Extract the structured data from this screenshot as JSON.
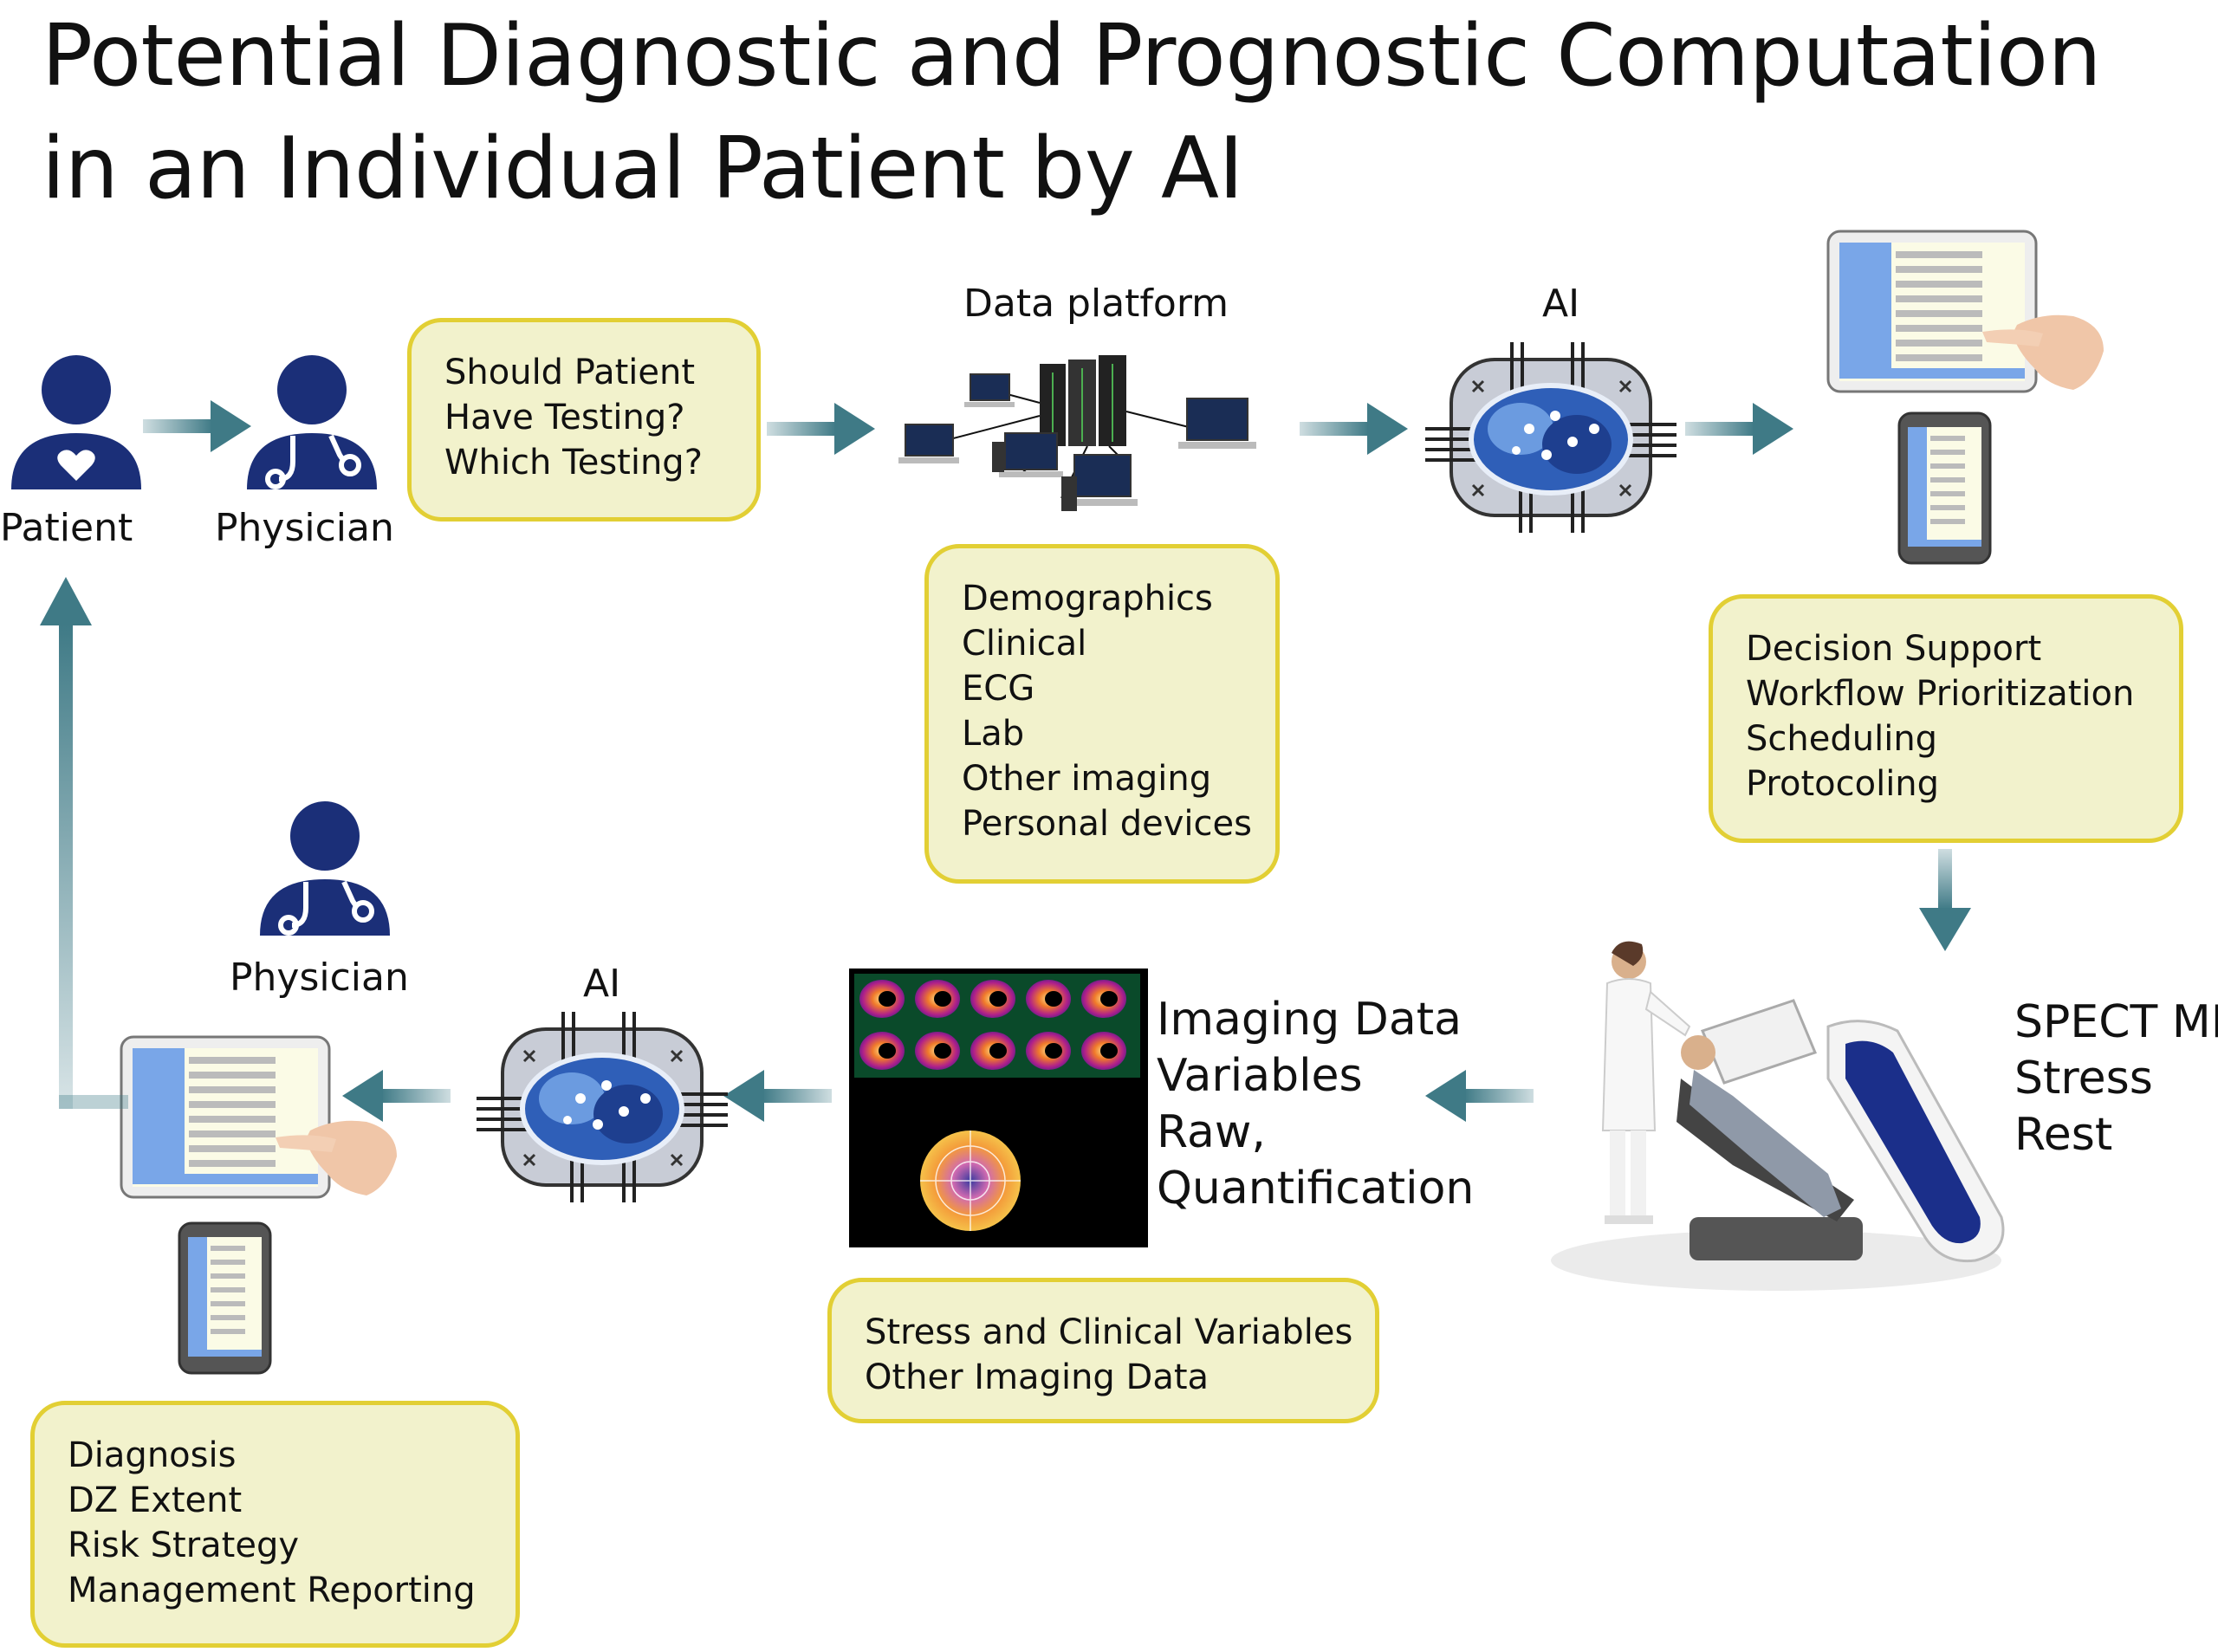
{
  "title": [
    "Potential Diagnostic and Prognostic Computation",
    "in an Individual Patient by AI"
  ],
  "nodes": {
    "patient": "Patient",
    "physician_top": "Physician",
    "data_platform": "Data platform",
    "ai_top": "AI",
    "physician_bottom": "Physician",
    "ai_bottom": "AI"
  },
  "boxes": {
    "testing": [
      "Should Patient",
      "Have Testing?",
      "Which Testing?"
    ],
    "data_sources": [
      "Demographics",
      "Clinical",
      "ECG",
      "Lab",
      "Other imaging",
      "Personal devices"
    ],
    "decision": [
      "Decision Support",
      "Workflow Prioritization",
      "Scheduling",
      "Protocoling"
    ],
    "stress": [
      "Stress and Clinical Variables",
      "Other Imaging Data"
    ],
    "outcomes": [
      "Diagnosis",
      "DZ Extent",
      "Risk Strategy",
      "Management Reporting"
    ]
  },
  "spect": [
    "SPECT MPI",
    "Stress",
    "Rest"
  ],
  "imaging": [
    "Imaging Data",
    "Variables",
    "Raw,",
    "Quantification"
  ],
  "colors": {
    "box_fill": "#f2f2cc",
    "box_border": "#e2cf34",
    "arrow": "#3f7a86",
    "person": "#1b2f78",
    "brain": "#2f5fb8"
  },
  "icons": [
    "patient-icon",
    "physician-icon",
    "server-network-icon",
    "ai-brain-chip-icon",
    "tablet-icon",
    "phone-icon",
    "spect-scanner-icon",
    "perfusion-image-icon"
  ]
}
